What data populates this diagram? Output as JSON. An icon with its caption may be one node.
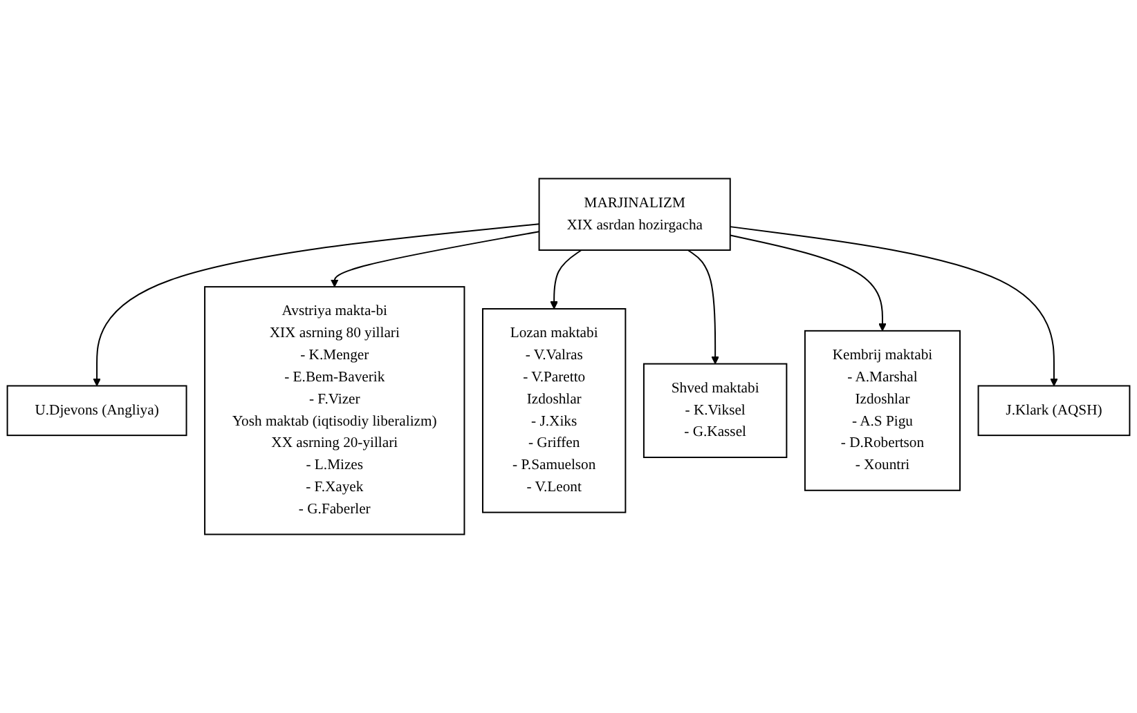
{
  "diagram": {
    "nodes": [
      {
        "text": [
          "MARJINALIZM",
          "XIX asrdan hozirgacha"
        ]
      },
      {
        "text": [
          "U.Djevons (Angliya)"
        ]
      },
      {
        "text": [
          "Avstriya makta-bi",
          "XIX asrning 80 yillari",
          "- K.Menger",
          "- E.Bem-Baverik",
          "- F.Vizer",
          "Yosh maktab (iqtisodiy liberalizm)",
          "XX asrning 20-yillari",
          "- L.Mizes",
          "- F.Xayek",
          "- G.Faberler"
        ]
      },
      {
        "text": [
          "Lozan maktabi",
          "- V.Valras",
          "- V.Paretto",
          "Izdoshlar",
          "- J.Xiks",
          "- Griffen",
          "- P.Samuelson",
          "- V.Leont"
        ]
      },
      {
        "text": [
          "Shved maktabi",
          "- K.Viksel",
          "- G.Kassel"
        ]
      },
      {
        "text": [
          "Kembrij maktabi",
          "- A.Marshal",
          "Izdoshlar",
          "- A.S Pigu",
          "- D.Robertson",
          "- Xountri"
        ]
      },
      {
        "text": [
          "J.Klark (AQSH)"
        ]
      }
    ],
    "edges": [
      {
        "from": 0,
        "to": 1,
        "arrow": "to"
      },
      {
        "from": 0,
        "to": 2,
        "arrow": "to"
      },
      {
        "from": 0,
        "to": 3,
        "arrow": "to"
      },
      {
        "from": 0,
        "to": 4,
        "arrow": "to"
      },
      {
        "from": 0,
        "to": 5,
        "arrow": "to"
      },
      {
        "from": 0,
        "to": 6,
        "arrow": "to"
      }
    ]
  }
}
